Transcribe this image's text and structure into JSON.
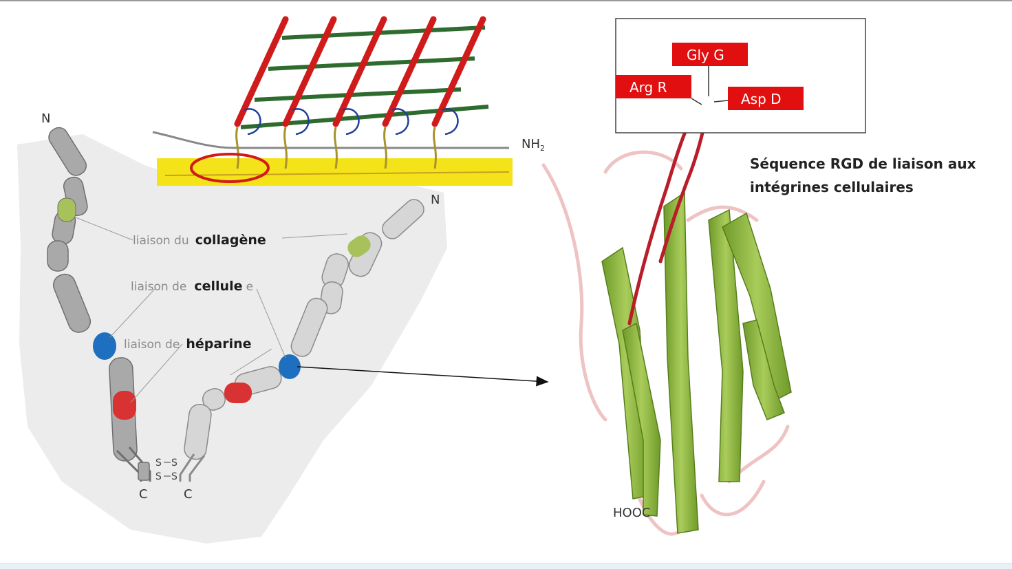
{
  "labels": {
    "n_left": "N",
    "n_right": "N",
    "c_left": "C",
    "c_right": "C",
    "ss": "S",
    "binding_collagen_prefix": "liaison du",
    "binding_collagen_term": "collagène",
    "binding_cell_prefix": "liaison de",
    "binding_cell_term": "cellule",
    "binding_cell_suffix": "e",
    "binding_heparin_prefix": "liaison de",
    "binding_heparin_term": "héparine",
    "nh2": "NH",
    "nh2_sub": "2",
    "hooc": "HOOC"
  },
  "rgd_box": {
    "gly": "Gly G",
    "arg": "Arg R",
    "asp": "Asp D"
  },
  "caption": {
    "line1": "Séquence RGD de liaison aux",
    "line2": "intégrines cellulaires"
  },
  "colors": {
    "collagen_binding": "#a7c25a",
    "cell_binding": "#1e6fbf",
    "heparin_binding": "#d83232",
    "rgd_label": "#e10f0f",
    "beta_strand": "#8db33c",
    "loop": "#efc3c3",
    "rgd_loop": "#b81e2a",
    "membrane": "#f5e31a"
  }
}
